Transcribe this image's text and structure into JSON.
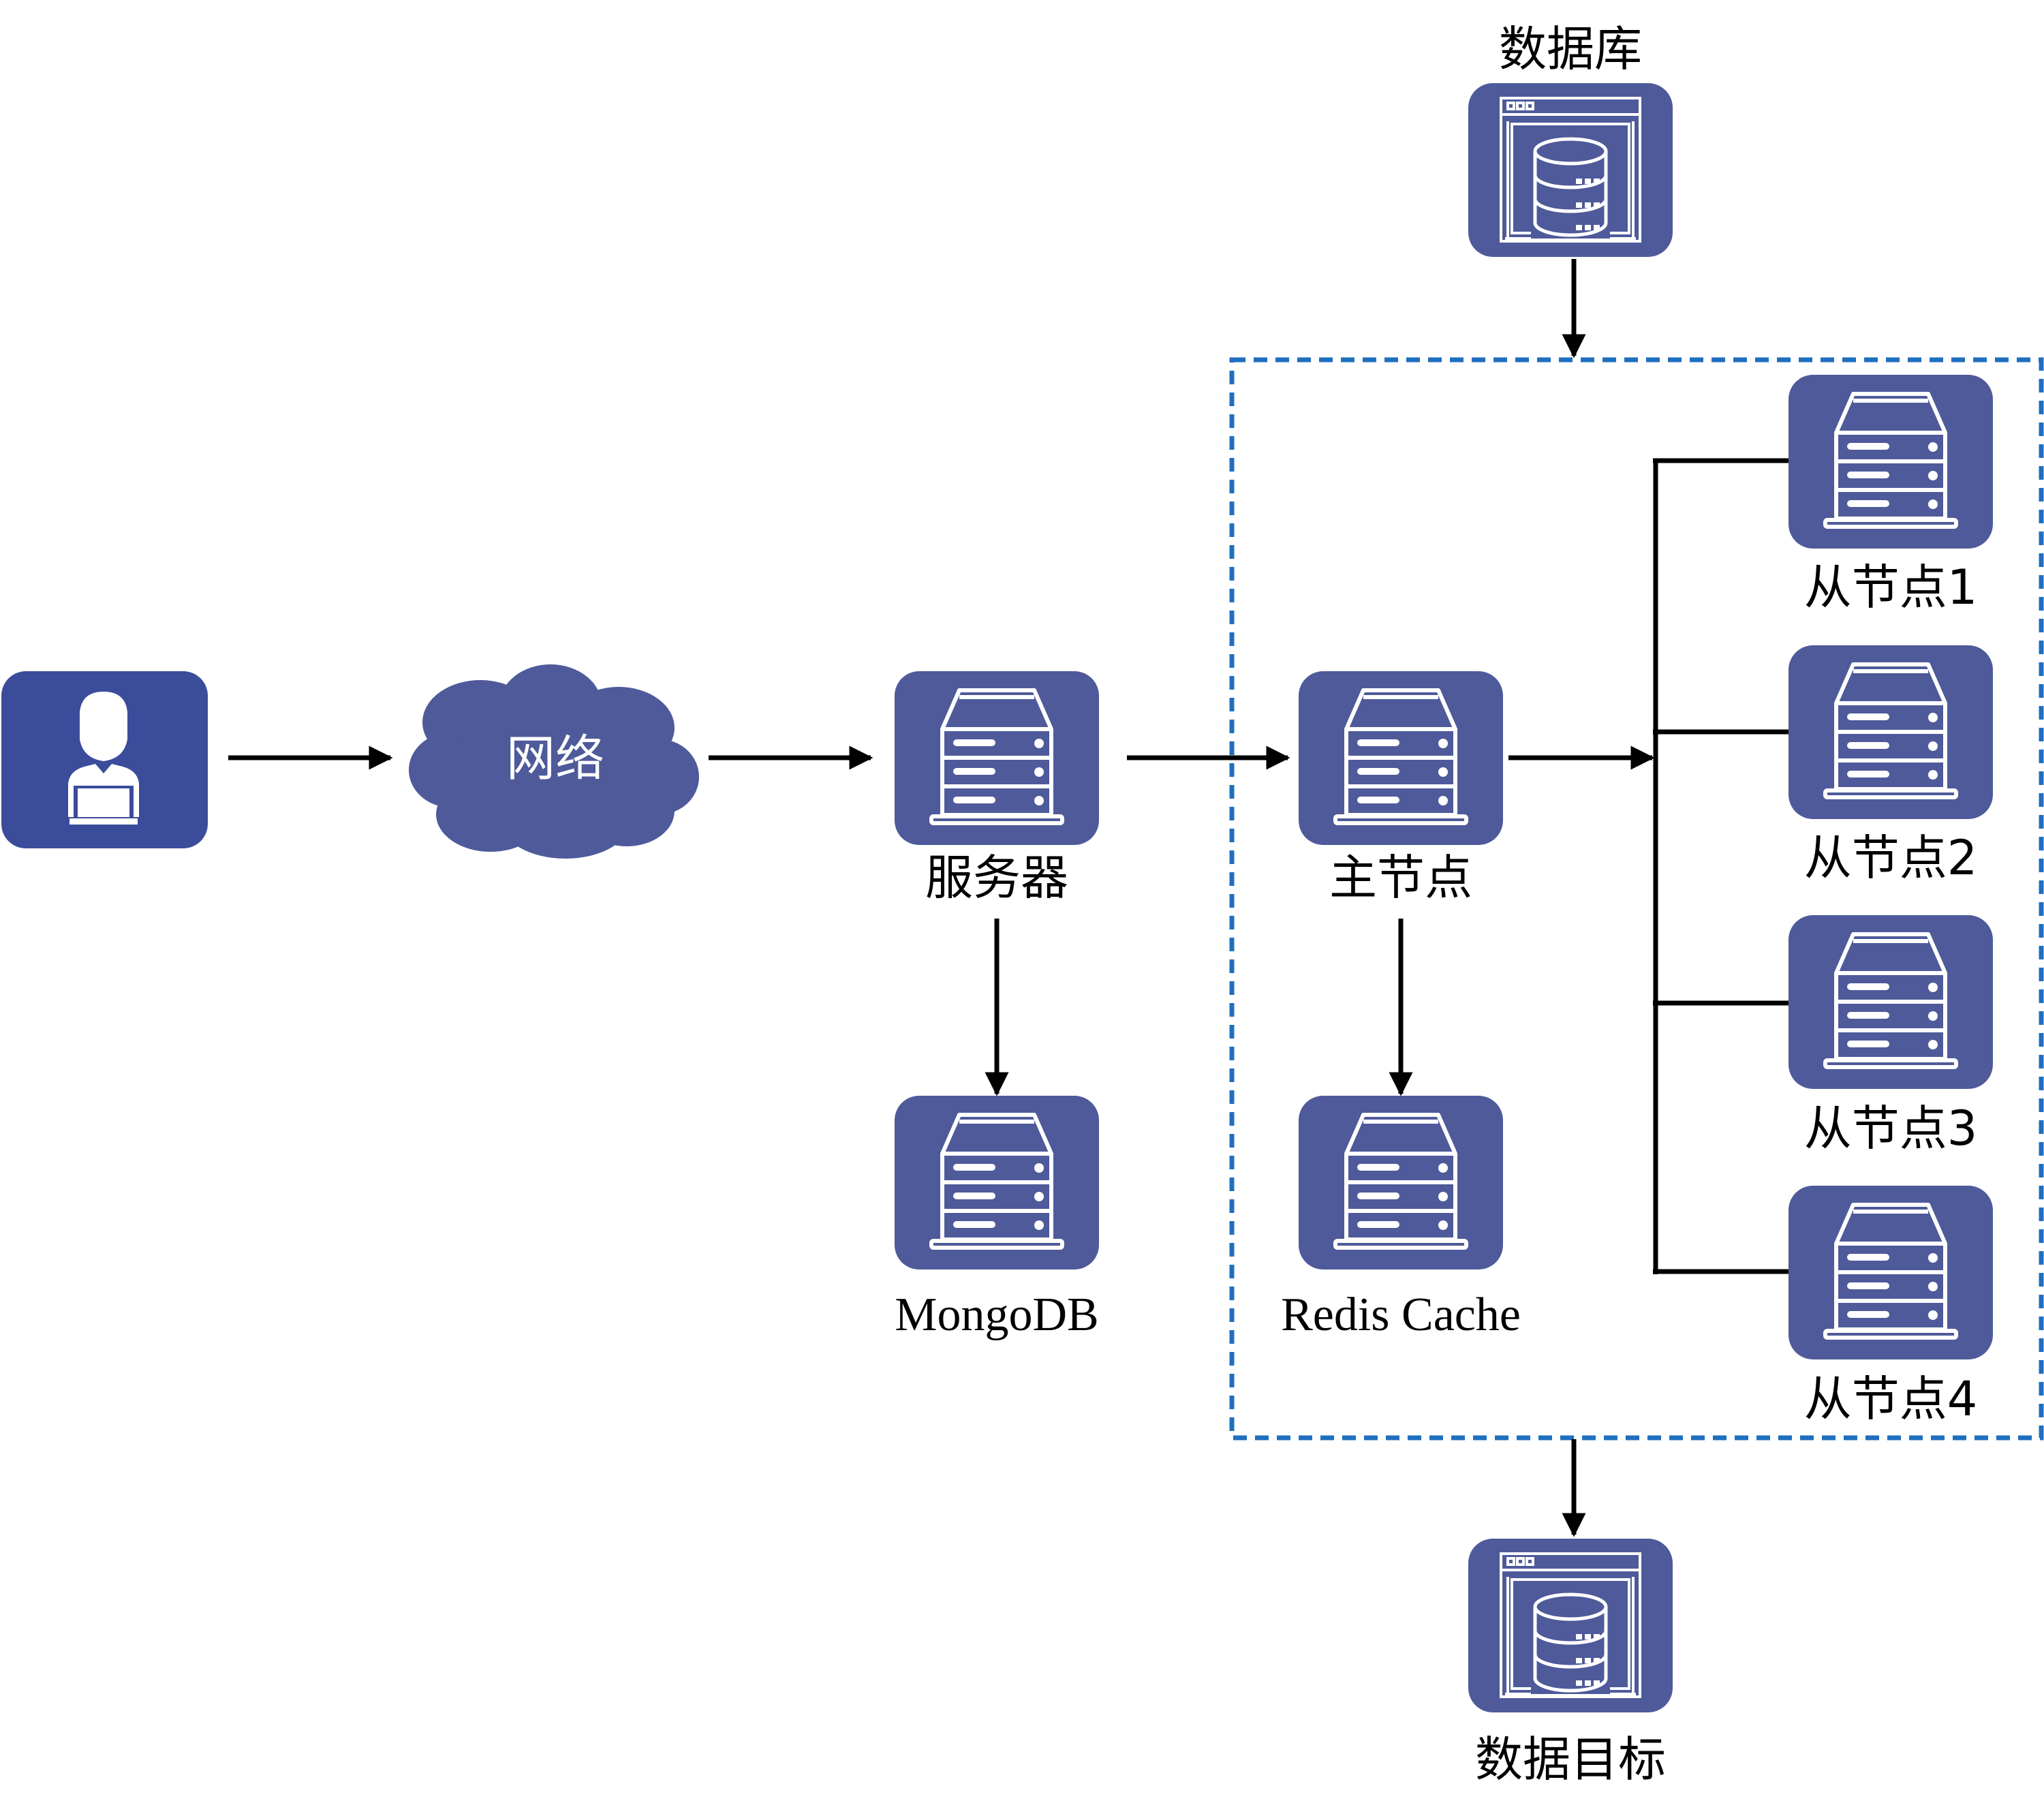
{
  "colors": {
    "node_fill": "#4e5a9a",
    "user_fill": "#3b4c9b",
    "icon_stroke": "#ffffff",
    "arrow": "#000000",
    "cluster_border": "#1f6fbf"
  },
  "labels": {
    "network": "网络",
    "server": "服务器",
    "mongodb": "MongoDB",
    "master": "主节点",
    "redis": "Redis Cache",
    "database": "数据库",
    "target": "数据目标",
    "slave1": "从节点1",
    "slave2": "从节点2",
    "slave3": "从节点3",
    "slave4": "从节点4"
  },
  "icons": {
    "user": "user-laptop-icon",
    "network": "cloud-icon",
    "server": "server-rack-icon",
    "database": "database-window-icon"
  }
}
